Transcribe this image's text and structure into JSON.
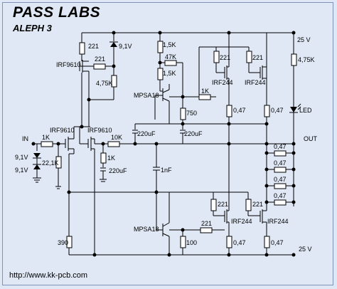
{
  "header": {
    "title": "PASS LABS",
    "subtitle": "ALEPH 3"
  },
  "footer": {
    "url": "http://www.kk-pcb.com"
  },
  "labels": {
    "r221_left": "221",
    "zener_top": "9,1V",
    "irf9610_top": "IRF9610",
    "r221_gate": "221",
    "r4k75_left": "4,75K",
    "r1k5_top": "1,5K",
    "r47k": "47K",
    "r1k5_mid": "1,5K",
    "mpsa18_top": "MPSA18",
    "r1k_mid": "1K",
    "r750": "750",
    "c220_left": "220uF",
    "c220_right": "220uF",
    "r221_mos_a": "221",
    "r221_mos_b": "221",
    "irf244_top_a": "IRF244",
    "irf244_top_b": "IRF244",
    "r047_top_a": "0,47",
    "r047_top_b": "0,47",
    "vplus": "25 V",
    "r4k75_led": "4,75K",
    "led": "LED",
    "input": "IN",
    "r1k_input": "1K",
    "zener_in_a": "9,1V",
    "zener_in_b": "9,1V",
    "r22k1": "22,1K",
    "irf9610_left": "IRF9610",
    "irf9610_right": "IRF9610",
    "r10k": "10K",
    "r1k_lower": "1K",
    "c220_lower": "220uF",
    "c1nf": "1nF",
    "output": "OUT",
    "bank_1": "0,47",
    "bank_2": "0,47",
    "bank_3": "0,47",
    "bank_4": "0,47",
    "r221_bot_a": "221",
    "r221_bot_b": "221",
    "irf244_bot_a": "IRF244",
    "irf244_bot_b": "IRF244",
    "r221_bot_mid": "221",
    "mpsa18_bottom": "MPSA18",
    "r100": "100",
    "r047_bot_a": "0,47",
    "r047_bot_b": "0,47",
    "r390": "390",
    "vminus": "25 V"
  }
}
